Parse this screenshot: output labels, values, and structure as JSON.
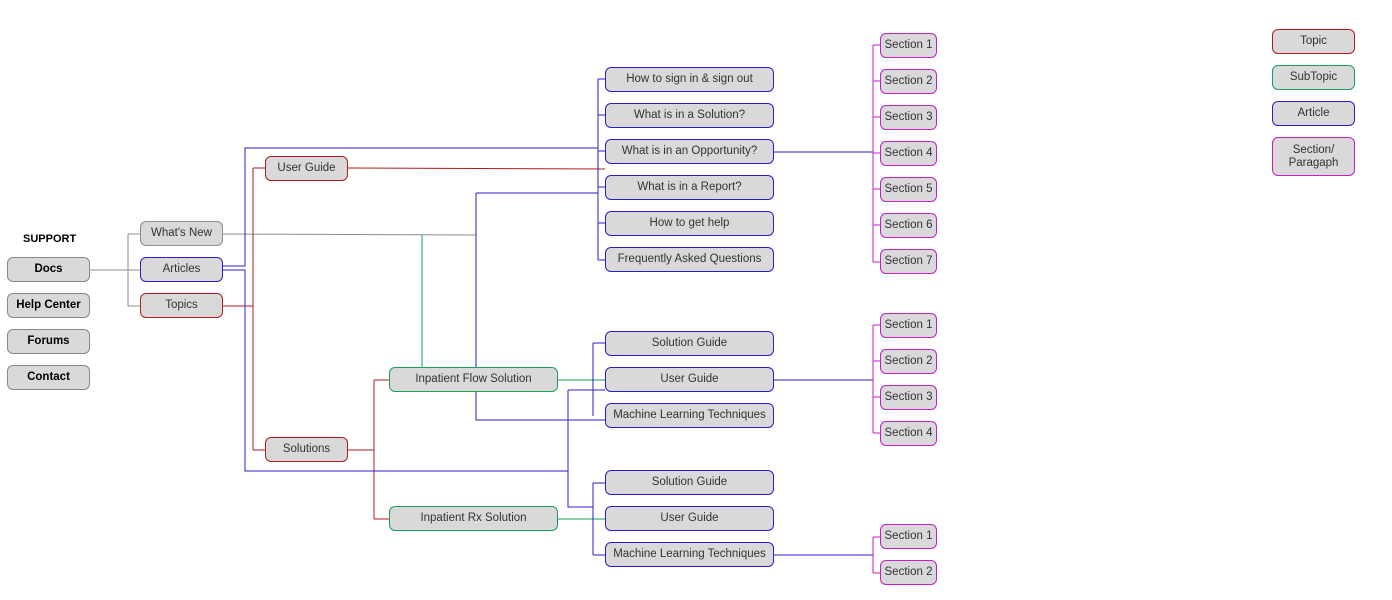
{
  "support": {
    "heading": "SUPPORT",
    "nav": [
      "Docs",
      "Help Center",
      "Forums",
      "Contact"
    ]
  },
  "topics": {
    "whats_new": "What's New",
    "articles": "Articles",
    "topics": "Topics",
    "user_guide": "User Guide",
    "solutions": "Solutions"
  },
  "subtopics": [
    "Inpatient Flow Solution",
    "Inpatient Rx Solution"
  ],
  "user_guide_articles": [
    "How to sign in & sign out",
    "What is in a Solution?",
    "What is in an Opportunity?",
    "What is in a Report?",
    "How to get help",
    "Frequently Asked Questions"
  ],
  "flow_articles": [
    "Solution Guide",
    "User Guide",
    "Machine Learning Techniques"
  ],
  "rx_articles": [
    "Solution Guide",
    "User Guide",
    "Machine Learning Techniques"
  ],
  "sections_opportunity": [
    "Section 1",
    "Section 2",
    "Section 3",
    "Section 4",
    "Section 5",
    "Section 6",
    "Section 7"
  ],
  "sections_flow_user_guide": [
    "Section 1",
    "Section 2",
    "Section 3",
    "Section 4"
  ],
  "sections_rx_ml": [
    "Section 1",
    "Section 2"
  ],
  "legend": {
    "topic": "Topic",
    "subtopic": "SubTopic",
    "article": "Article",
    "section": "Section/ Paragaph"
  },
  "colors": {
    "gray": "#8c8c8c",
    "topic": "#b01c1c",
    "subtopic": "#1a9e5c",
    "article": "#2a1fc4",
    "section": "#c21fc4",
    "node_fill": "#d9d9d9"
  }
}
